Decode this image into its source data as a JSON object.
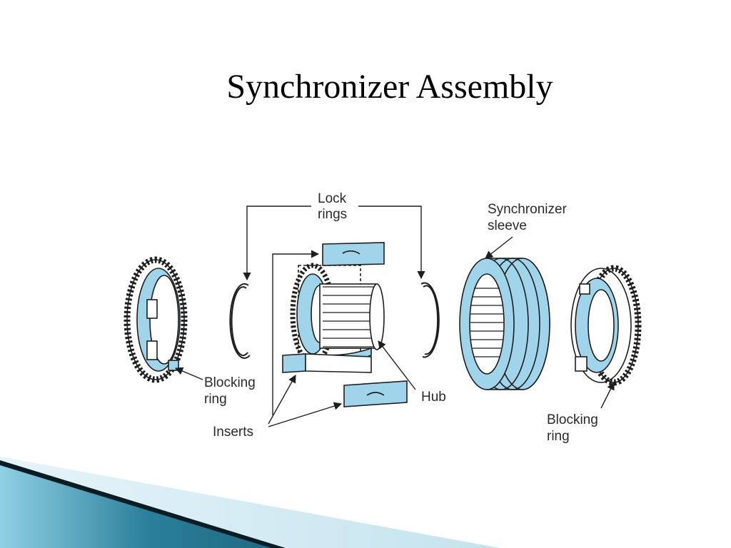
{
  "slide": {
    "title": "Synchronizer Assembly"
  },
  "diagram": {
    "labels": {
      "lock_rings_1": "Lock",
      "lock_rings_2": "rings",
      "sleeve_1": "Synchronizer",
      "sleeve_2": "sleeve",
      "blocking_left_1": "Blocking",
      "blocking_left_2": "ring",
      "hub": "Hub",
      "inserts": "Inserts",
      "blocking_right_1": "Blocking",
      "blocking_right_2": "ring"
    }
  },
  "colors": {
    "part_fill": "#9fd4ea",
    "outline": "#1e1e1e",
    "footer_light": "#8fd0e4",
    "footer_dark": "#2a7f9a",
    "footer_stripe": "#0b1d24"
  }
}
